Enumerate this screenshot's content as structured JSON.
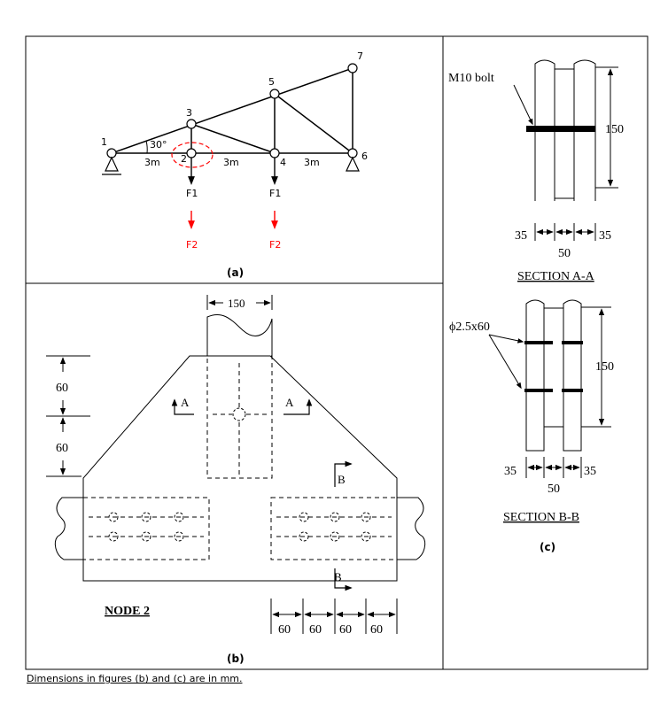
{
  "panel_a": {
    "label": "(a)",
    "node_labels": [
      "1",
      "2",
      "3",
      "4",
      "5",
      "6",
      "7"
    ],
    "angle": "30°",
    "spans": [
      "3m",
      "3m",
      "3m"
    ],
    "load1": "F1",
    "load2": "F2",
    "load1_color": "#000000",
    "load2_color": "#ff0000",
    "highlight_color": "#ff0000"
  },
  "panel_b": {
    "label": "(b)",
    "title": "NODE 2",
    "top_width": "150",
    "left_dims": [
      "60",
      "60"
    ],
    "section_a_mark": "A",
    "section_b_mark": "B",
    "bottom_dims": [
      "60",
      "60",
      "60",
      "60"
    ]
  },
  "panel_c": {
    "label": "(c)",
    "section_aa": {
      "bolt_label": "M10 bolt",
      "height": "150",
      "side_left": "35",
      "side_right": "35",
      "center": "50",
      "title": "SECTION A-A"
    },
    "section_bb": {
      "nail_label": "ϕ2.5x60",
      "height": "150",
      "side_left": "35",
      "side_right": "35",
      "center": "50",
      "title": "SECTION B-B"
    }
  },
  "footnote": "Dimensions in figures (b) and (c) are in mm."
}
